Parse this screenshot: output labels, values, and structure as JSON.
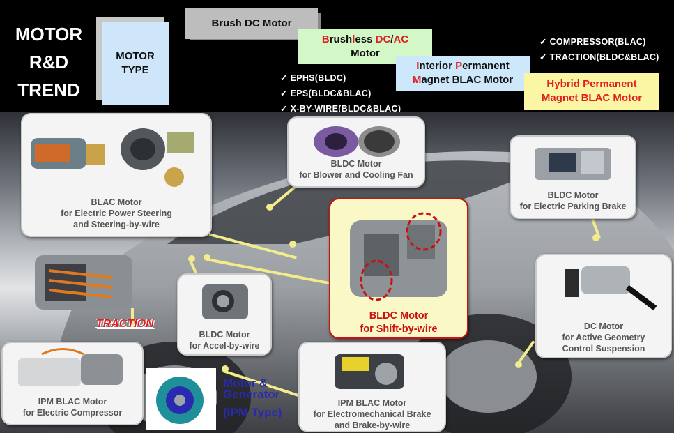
{
  "header": {
    "trend_lines": [
      "MOTOR",
      "R&D",
      "TREND"
    ],
    "motor_type": [
      "MOTOR",
      "TYPE"
    ],
    "steps": {
      "brush_dc": "Brush DC Motor",
      "brushless": {
        "p1": "B",
        "p2": "rush",
        "p3": "l",
        "p4": "ess ",
        "p5": "DC",
        "p6": "/",
        "p7": "AC",
        "line2": "Motor"
      },
      "ipm": {
        "p1": "I",
        "p2": "nterior ",
        "p3": "P",
        "p4": "ermanent",
        "line2a": "M",
        "line2b": "agnet BLAC Motor"
      },
      "hybrid": {
        "line1": "Hybrid Permanent",
        "line2": "Magnet BLAC Motor"
      }
    },
    "checklists": {
      "left": [
        "EPHS(BLDC)",
        "EPS(BLDC&BLAC)",
        "X-BY-WIRE(BLDC&BLAC)"
      ],
      "right": [
        "COMPRESSOR(BLAC)",
        "TRACTION(BLDC&BLAC)"
      ]
    },
    "check_mark": "✓"
  },
  "cards": {
    "eps": [
      "BLAC Motor",
      "for Electric Power Steering",
      "and Steering-by-wire"
    ],
    "blower": [
      "BLDC Motor",
      "for Blower and Cooling Fan"
    ],
    "parking": [
      "BLDC Motor",
      "for Electric Parking Brake"
    ],
    "shift": [
      "BLDC Motor",
      "for Shift-by-wire"
    ],
    "accel": [
      "BLDC Motor",
      "for Accel-by-wire"
    ],
    "suspension": [
      "DC Motor",
      "for Active Geometry",
      "Control Suspension"
    ],
    "compressor": [
      "IPM BLAC Motor",
      "for Electric Compressor"
    ],
    "brake": [
      "IPM BLAC Motor",
      "for Electromechanical Brake",
      "and Brake-by-wire"
    ]
  },
  "traction_label": "TRACTION",
  "generator": {
    "line1": "Motor &",
    "line2": "Generator",
    "line3": "(IPM Type)"
  },
  "colors": {
    "yellow_leader": "#f2ec8a",
    "shift_border": "#cc1111",
    "accent_red": "#e02020",
    "generator_blue": "#2a2ab0"
  }
}
